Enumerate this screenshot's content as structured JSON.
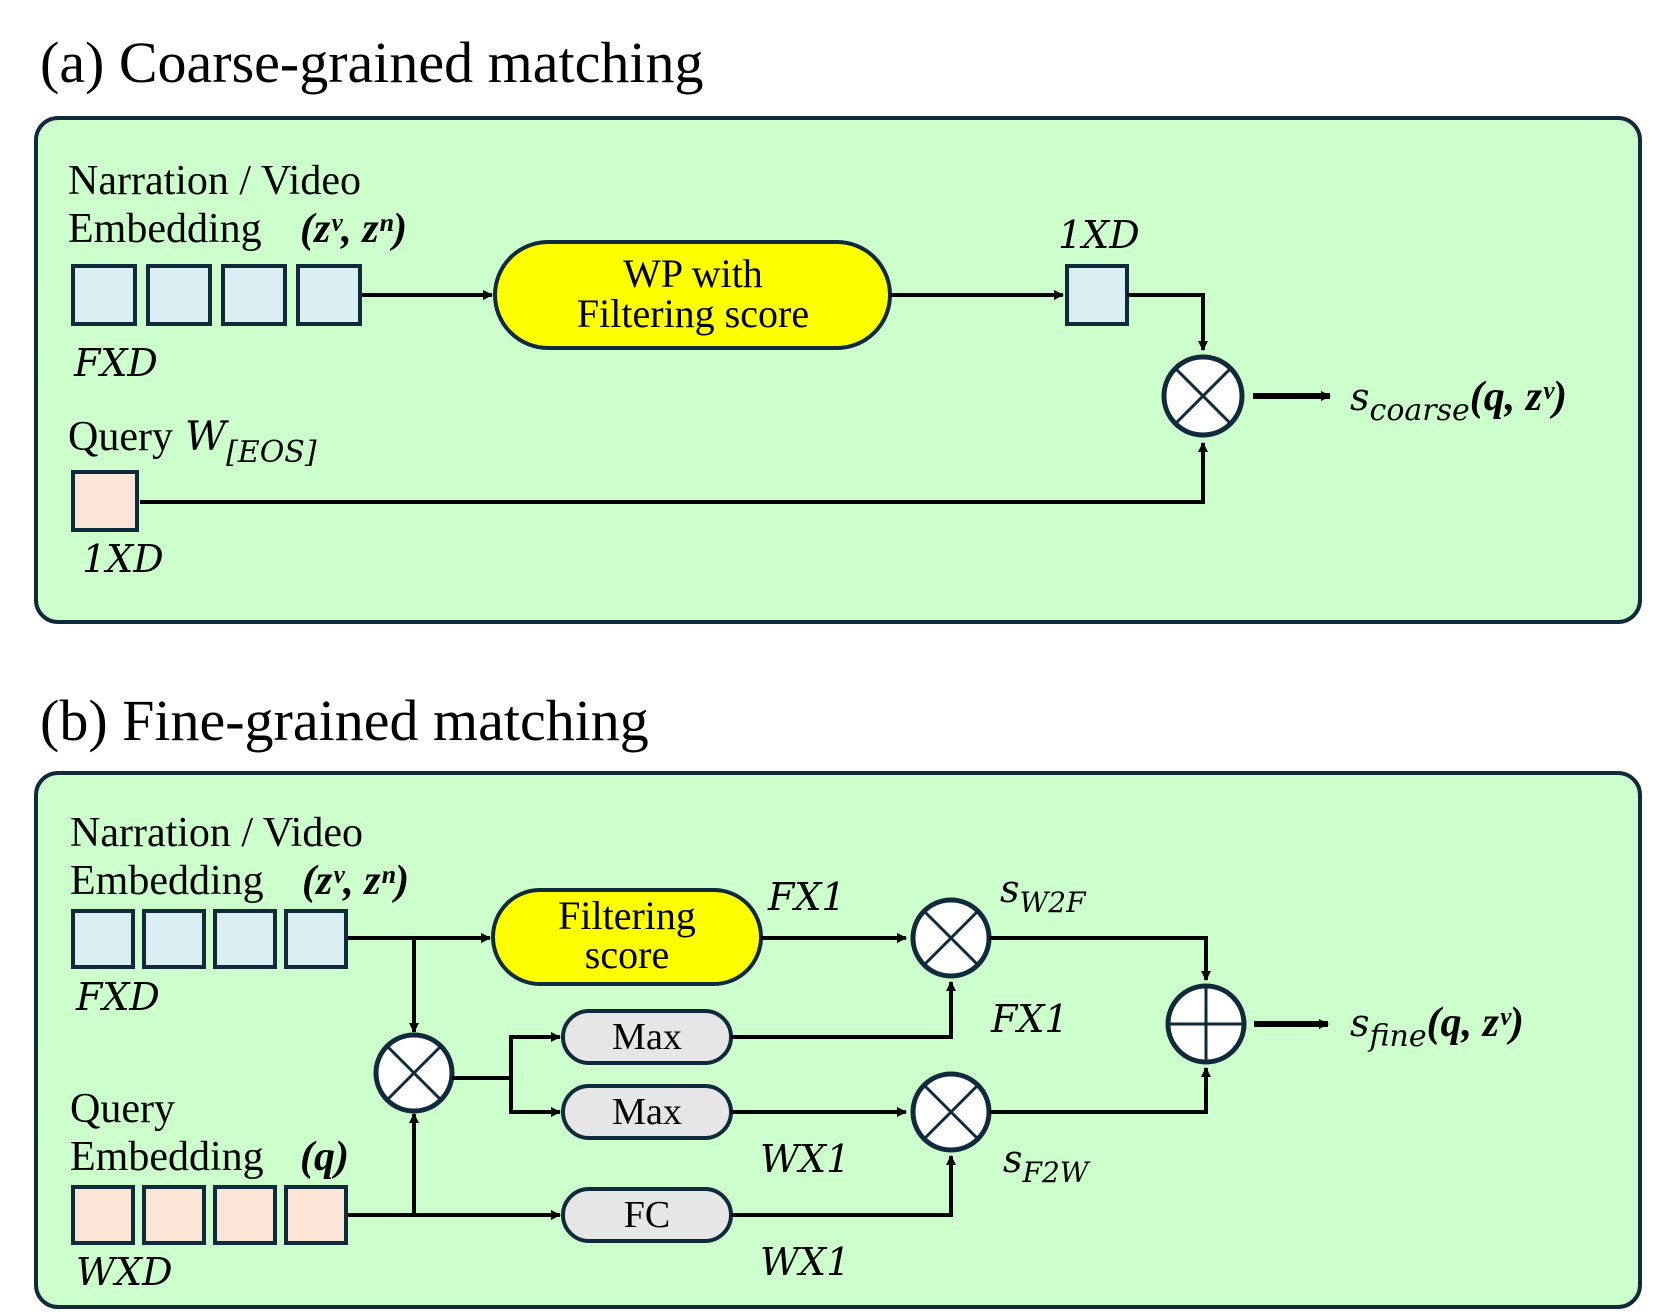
{
  "panel_a": {
    "title": "(a) Coarse-grained matching",
    "emb_label_line1": "Narration / Video",
    "emb_label_line2": "Embedding",
    "emb_vars": "(zᵛ, zⁿ)",
    "emb_dim": "FXD",
    "wp_box_line1": "WP with",
    "wp_box_line2": "Filtering score",
    "out_dim": "1XD",
    "query_label": "Query",
    "query_var": "W",
    "query_sub": "[EOS]",
    "query_dim": "1XD",
    "output_label": "s",
    "output_sub": "coarse",
    "output_args": "(q, zᵛ)"
  },
  "panel_b": {
    "title": "(b) Fine-grained matching",
    "emb_label_line1": "Narration / Video",
    "emb_label_line2": "Embedding",
    "emb_vars": "(zᵛ, zⁿ)",
    "emb_dim": "FXD",
    "filter_box_line1": "Filtering",
    "filter_box_line2": "score",
    "filter_dim": "FX1",
    "max1_label": "Max",
    "max1_dim": "FX1",
    "max2_label": "Max",
    "max2_dim": "WX1",
    "fc_label": "FC",
    "fc_dim": "WX1",
    "query_label_line1": "Query",
    "query_label_line2": "Embedding",
    "query_var": "(q)",
    "query_dim": "WXD",
    "s_w2f": "s",
    "s_w2f_sub": "W2F",
    "s_f2w": "s",
    "s_f2w_sub": "F2W",
    "output_label": "s",
    "output_sub": "fine",
    "output_args": "(q, zᵛ)"
  },
  "colors": {
    "panel_bg": "#ccffcc",
    "video_cell": "#daeef3",
    "query_cell": "#fbe5d6",
    "yellow_box": "#ffff00",
    "gray_box": "#e6e6e6"
  }
}
